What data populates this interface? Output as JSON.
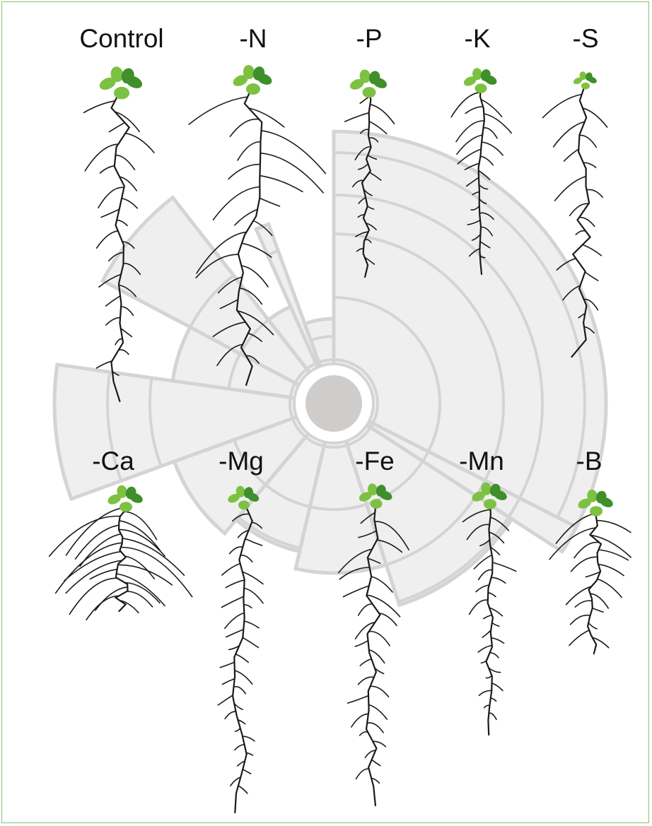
{
  "colors": {
    "frame": "#8cbf6a",
    "root": "#1a1a1a",
    "leaf_light": "#7dc142",
    "leaf_dark": "#3f8f2a",
    "wedge_fill": "#efefef",
    "wedge_stroke": "#d4d4d4",
    "hub": "#cfcccc"
  },
  "panels_top": [
    {
      "label": "Control"
    },
    {
      "label": "-N"
    },
    {
      "label": "-P"
    },
    {
      "label": "-K"
    },
    {
      "label": "-S"
    }
  ],
  "panels_bottom": [
    {
      "label": "-Ca"
    },
    {
      "label": "-Mg"
    },
    {
      "label": "-Fe"
    },
    {
      "label": "-Mn"
    },
    {
      "label": "-B"
    }
  ]
}
